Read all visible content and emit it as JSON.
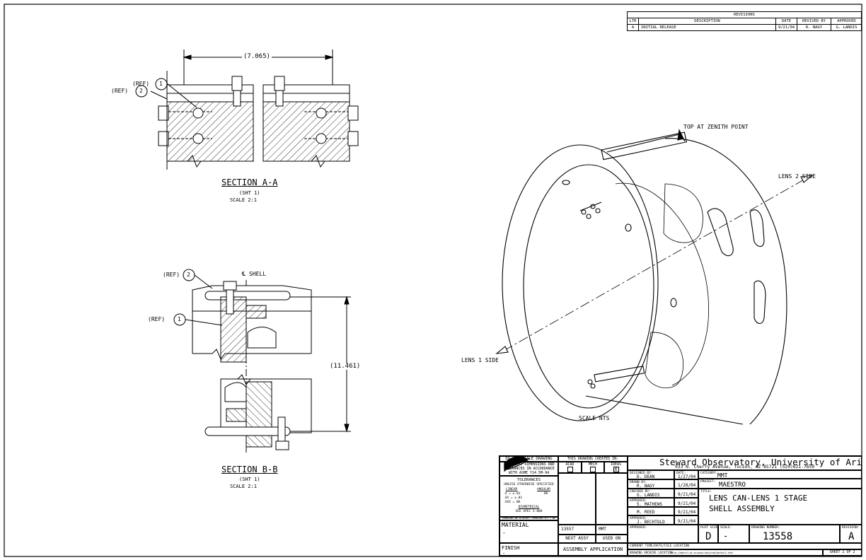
{
  "revisions": {
    "title": "REVISIONS",
    "headers": {
      "ltr": "LTR",
      "description": "DESCRIPTION",
      "date": "DATE",
      "revised_by": "REVISED BY",
      "approved": "APPROVED"
    },
    "rows": [
      {
        "ltr": "A",
        "description": "INITIAL RELEASE",
        "date": "9/21/04",
        "revised_by": "R. NAGY",
        "approved": "G. LANDIS"
      }
    ]
  },
  "section_a": {
    "dimension": "(7.065)",
    "ref_label": "(REF)",
    "balloon_1": "1",
    "balloon_2": "2",
    "title": "SECTION A-A",
    "sheet_ref": "(SHT 1)",
    "scale": "SCALE 2:1"
  },
  "section_b": {
    "shell_label": "SHELL",
    "centerline_symbol": "℄",
    "dimension": "(11.461)",
    "ref_label": "(REF)",
    "balloon_1": "1",
    "balloon_2": "2",
    "title": "SECTION B-B",
    "sheet_ref": "(SHT 1)",
    "scale": "SCALE 2:1"
  },
  "iso_view": {
    "top_label": "TOP AT ZENITH POINT",
    "lens2_label": "LENS 2 SIDE",
    "lens1_label": "LENS 1 SIDE",
    "scale": "SCALE NTS"
  },
  "title_block": {
    "left": {
      "do_not_scale": "DO NOT SCALE DRAWING",
      "interpret_1": "INTERPRET DIMENSIONS AND",
      "interpret_2": "TOLERANCES IN ACCORDANCE",
      "interpret_3": "WITH ASME Y14.5M-94",
      "tolerances": "TOLERANCES",
      "unless": "UNLESS OTHERWISE SPECIFIED",
      "linear": "LINEAR",
      "angular": "ANGULAR",
      "tol_x": ".X    = ±.02",
      "tol_xx": ".XX   = ±.01",
      "tol_xxx": ".XXX  = NA",
      "tol_ang": "NA",
      "diametrical": "DIAMETRICAL",
      "see_spec": "SEE SPEC S-000",
      "fine_print": "DIMENSIONS ARE IN INCHES / DIMENSIONS IN [ ] ARE METRIC",
      "material_label": "MATERIAL",
      "material_value": "-",
      "finish_label": "FINISH",
      "finish_value": "-"
    },
    "created_in": {
      "header": "THIS DRAWING CREATED IN:",
      "acad": "ACAD",
      "mech": "MECH",
      "ideas": "IDEAS",
      "ideas_mark": "X",
      "next_assy_value": "13557",
      "used_on_value": "MMT",
      "next_assy_label": "NEXT ASSY",
      "used_on_label": "USED ON",
      "assembly_application": "ASSEMBLY APPLICATION"
    },
    "org": {
      "name": "Steward Observatory, University of Arizona",
      "address": "933 N. Cherry Avenue, Tucson, AZ  85721   (520)621-7659"
    },
    "people": {
      "designed_label": "DESIGNED BY:",
      "designed_name": "D. DEAN",
      "date_label": "DATE:",
      "designed_date": "1/27/04",
      "drawn_label": "DRAWN BY:",
      "drawn_name": "R. NAGY",
      "drawn_date": "1/28/04",
      "checked_label": "CHECKED BY:",
      "checked_name": "G. LANDIS",
      "checked_date": "9/21/04",
      "approved1_label": "APPROVED:",
      "approved1_name": "S. MATHEWS",
      "approved1_date": "9/21/04",
      "approved2_name": "M. REED",
      "approved2_date": "9/21/04",
      "approved3_label": "APPROVED:",
      "approved3_name": "J. BECHTOLD",
      "approved3_date": "9/21/04",
      "approved4_label": "APPROVED:"
    },
    "info": {
      "category_label": "CATEGORY:",
      "category": "MMT",
      "project_label": "PROJECT:",
      "project": "MAESTRO",
      "title_label": "TITLE:",
      "title_line1": "LENS CAN-LENS 1 STAGE",
      "title_line2": "SHELL ASSEMBLY",
      "plot_size_label": "PLOT SIZE",
      "plot_size": "D",
      "scale_label": "SCALE:",
      "scale": "-",
      "drawing_number_label": "DRAWING NUMBER:",
      "drawing_number": "13558",
      "revision_label": "REVISION:",
      "revision": "A",
      "current_time_label": "CURRENT TIME/DATE/FILE LOCATION",
      "archive_label": "DRAWING ARCHIVE LOCATION",
      "archive_url": "http://mmtrc1.as.arizona.edu/scsd/default.html",
      "sheet": "SHEET 2 OF 2"
    }
  }
}
